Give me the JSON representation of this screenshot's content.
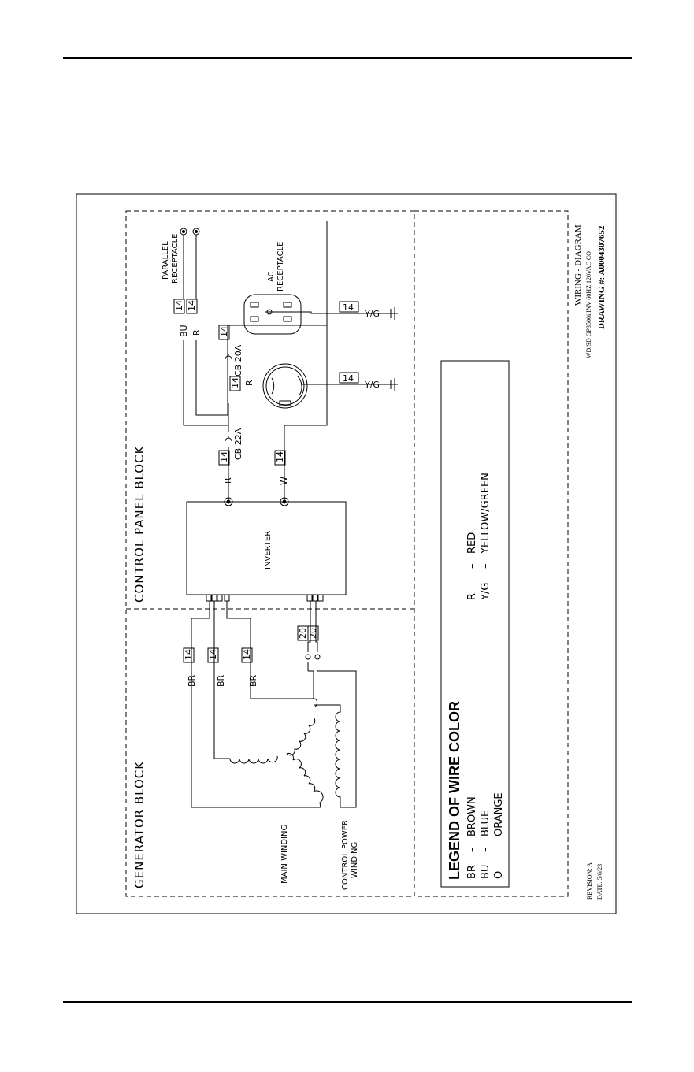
{
  "blocks": {
    "generator": "GENERATOR BLOCK",
    "control_panel": "CONTROL PANEL BLOCK"
  },
  "components": {
    "inverter": "INVERTER",
    "main_winding": "MAIN WINDING",
    "control_power_winding": [
      "CONTROL POWER",
      "WINDING"
    ],
    "parallel_receptacle": [
      "PARALLEL",
      "RECEPTACLE"
    ],
    "ac_receptacle": [
      "AC",
      "RECEPTACLE"
    ],
    "cb_22a": "CB 22A",
    "cb_20a": "CB 20A"
  },
  "wire_labels": {
    "br": "BR",
    "bu": "BU",
    "r": "R",
    "w": "W",
    "yg": "Y/G"
  },
  "gauges": {
    "g14": "14",
    "g20": "20"
  },
  "legend": {
    "title": "LEGEND OF WIRE COLOR",
    "left": [
      {
        "code": "BR",
        "dash": "–",
        "name": "BROWN"
      },
      {
        "code": "BU",
        "dash": "–",
        "name": "BLUE"
      },
      {
        "code": "O",
        "dash": "–",
        "name": "ORANGE"
      }
    ],
    "right": [
      {
        "code": "R",
        "dash": "–",
        "name": "RED"
      },
      {
        "code": "Y/G",
        "dash": "–",
        "name": "YELLOW/GREEN"
      }
    ]
  },
  "title_block": {
    "title": "WIRING - DIAGRAM",
    "model": "WD/SD GP3500i INV 60HZ 120VAC CO",
    "drawing": "DRAWING #: A0004307652",
    "revision": "REVISION: A",
    "date": "DATE: 5/6/23"
  }
}
